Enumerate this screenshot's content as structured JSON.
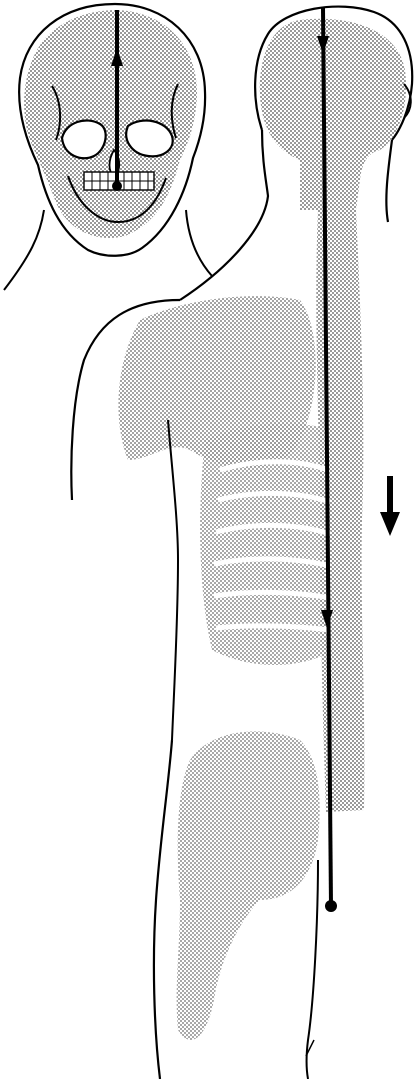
{
  "figure": {
    "views": [
      "face-front-view",
      "body-back-view"
    ],
    "line_color": "#000000",
    "shade_color": "#b9b9b9",
    "background": "#ffffff"
  },
  "meridian": {
    "direction_in_face_view": "upward",
    "direction_in_body_view": "downward",
    "side_arrow": "downward"
  }
}
